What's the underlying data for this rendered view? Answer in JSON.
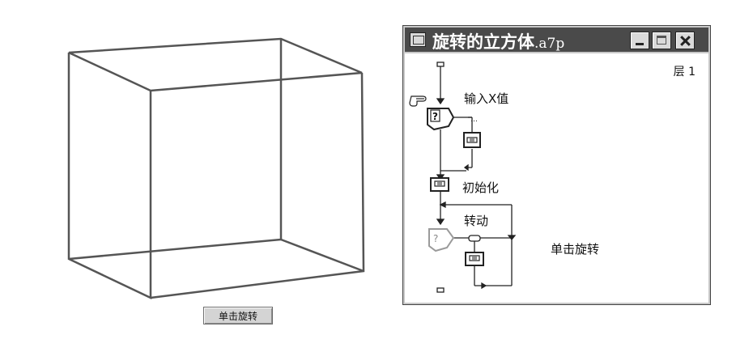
{
  "stage": {
    "cube_label": "wireframe cube",
    "button_label": "单击旋转"
  },
  "window": {
    "title": "旋转的立方体",
    "title_ext": ".a7p",
    "layer": "层 1",
    "minimize_icon": "minimize-icon",
    "maximize_icon": "maximize-icon",
    "close_icon": "close-icon"
  },
  "flow": {
    "icons": {
      "interaction1": "输入X值",
      "calc_init": "初始化",
      "interaction2": "转动",
      "response": "单击旋转"
    },
    "pointer_icon": "hand-pointer-icon"
  }
}
